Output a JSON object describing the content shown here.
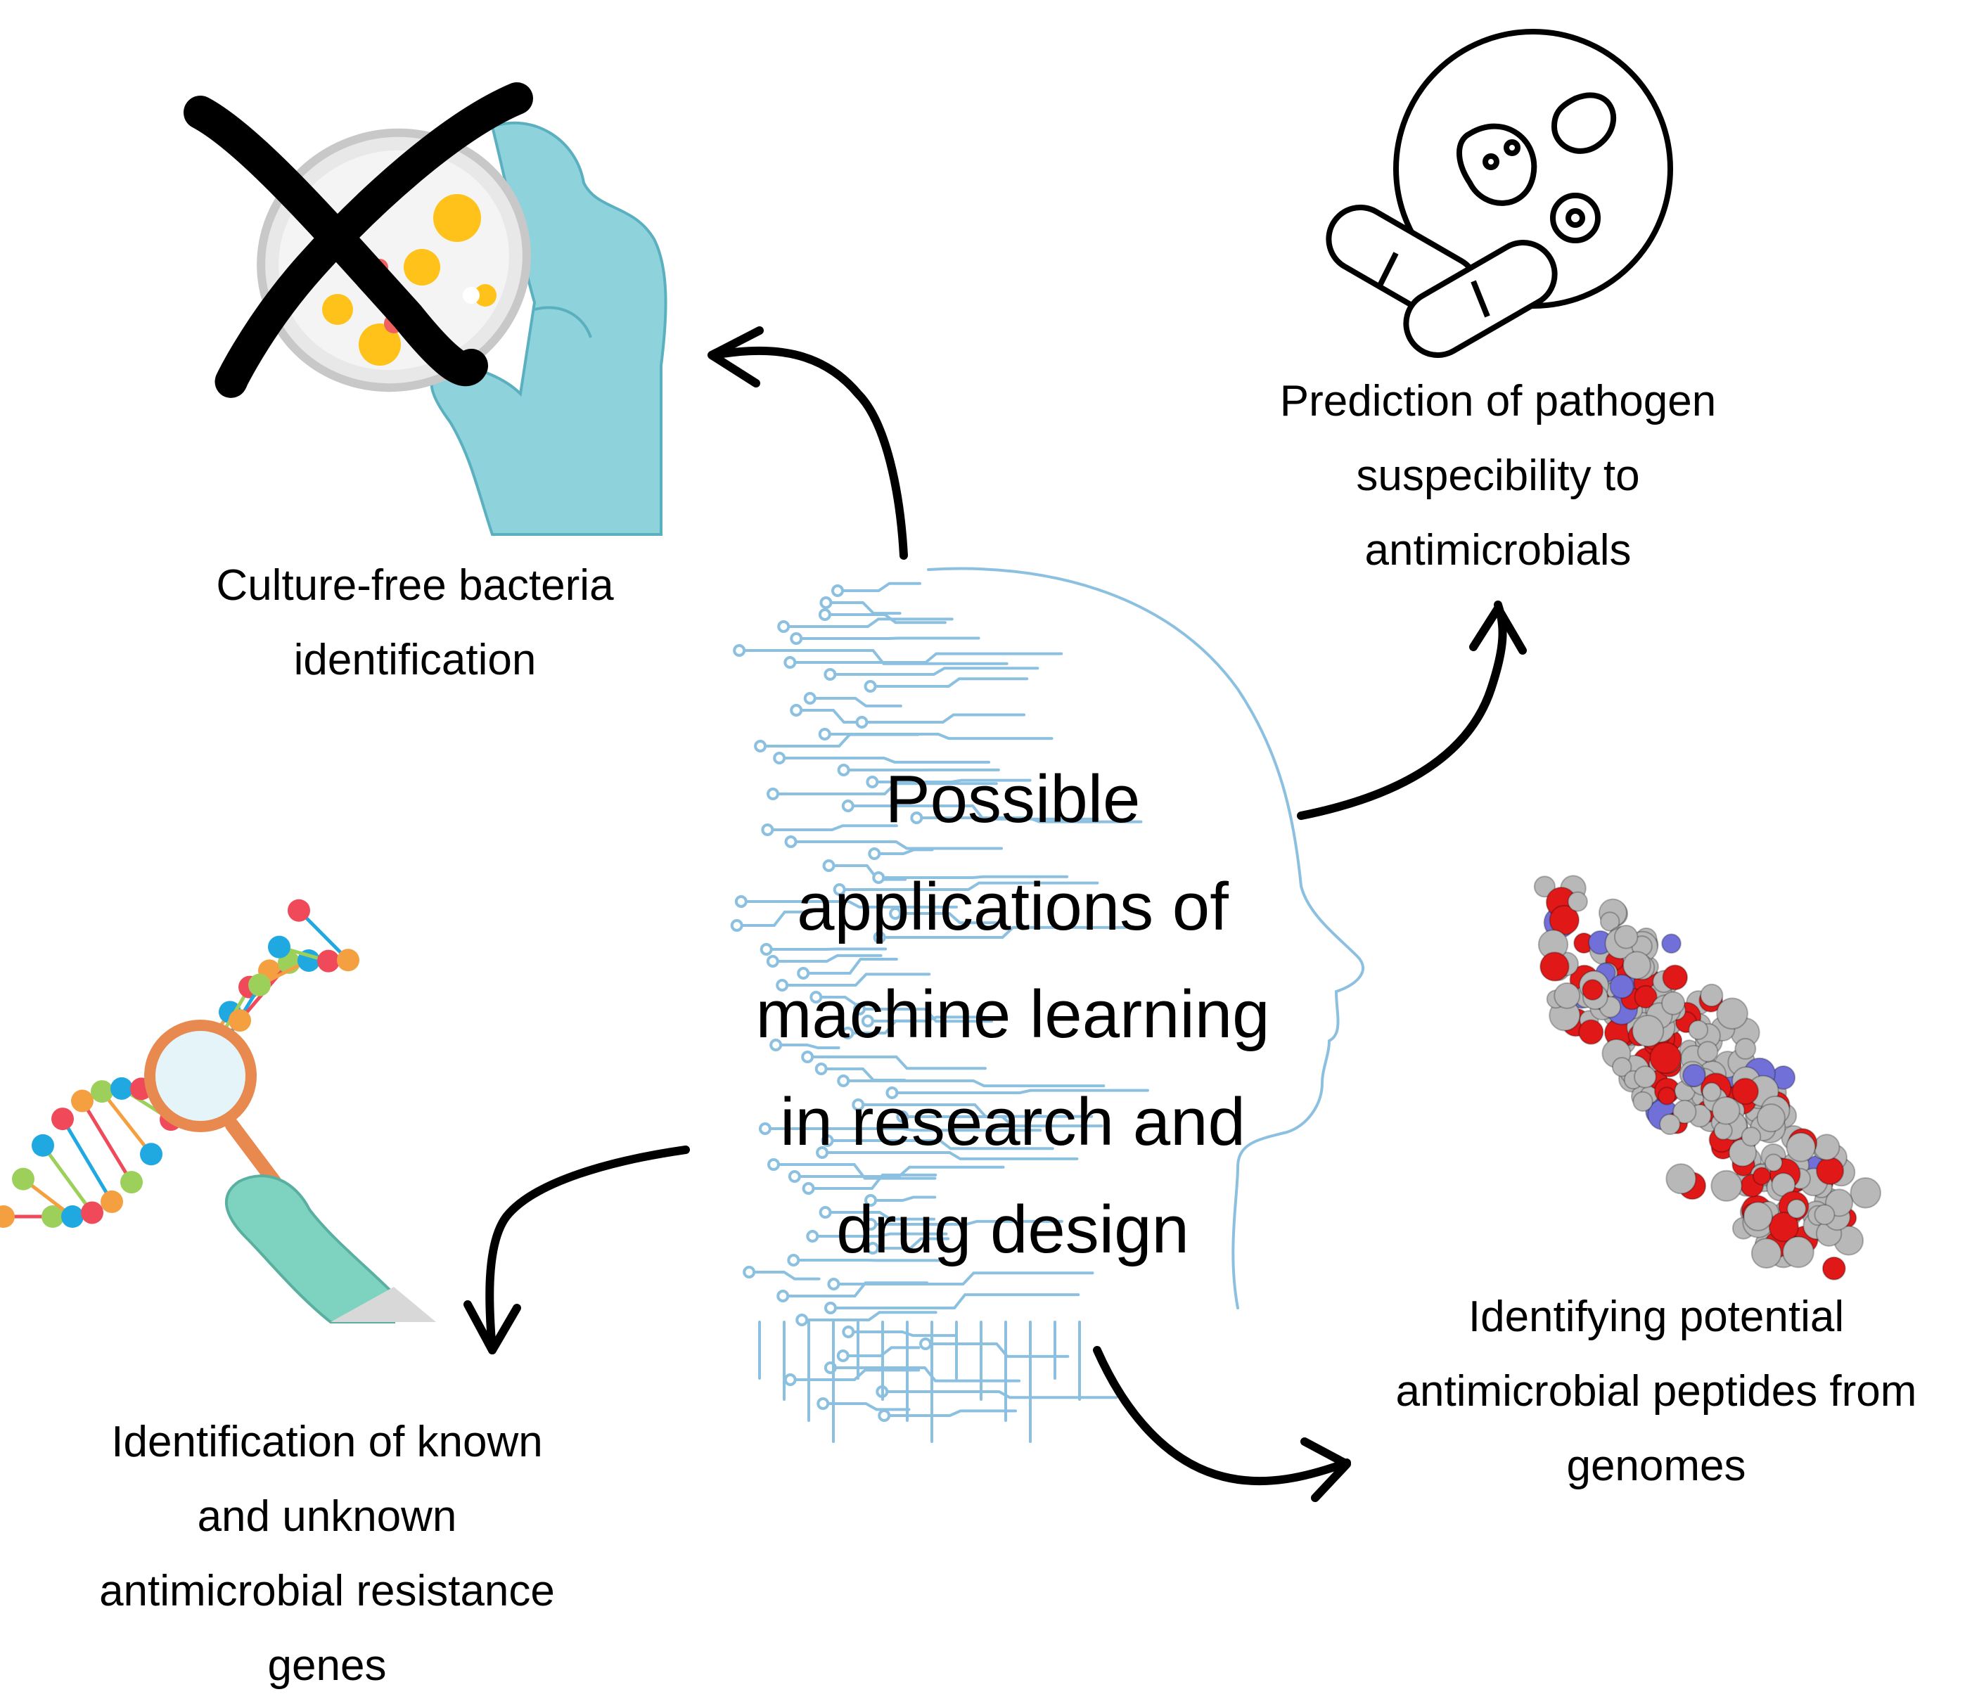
{
  "center": {
    "lines": [
      "Possible",
      "applications of",
      "machine learning",
      "in research and",
      "drug design"
    ]
  },
  "nodes": {
    "culture_free": {
      "lines": [
        "Culture-free bacteria",
        "identification"
      ]
    },
    "pathogen_prediction": {
      "lines": [
        "Prediction of pathogen",
        "suspecibility to",
        "antimicrobials"
      ]
    },
    "resistance_genes": {
      "lines": [
        "Identification of known",
        "and unknown",
        "antimicrobial resistance",
        "genes"
      ]
    },
    "peptides": {
      "lines": [
        "Identifying potential",
        "antimicrobial peptides from",
        "genomes"
      ]
    }
  },
  "colors": {
    "circuit": "#8cc0e0",
    "glove": "#8ed2dc",
    "arrow": "#000000",
    "dna_red": "#f04a5a",
    "dna_orange": "#f5a040",
    "dna_green": "#9cd05a",
    "dna_blue": "#20a8e0",
    "atom_red": "#e01818",
    "atom_grey": "#b8b8b8",
    "atom_blue": "#7070d8"
  }
}
